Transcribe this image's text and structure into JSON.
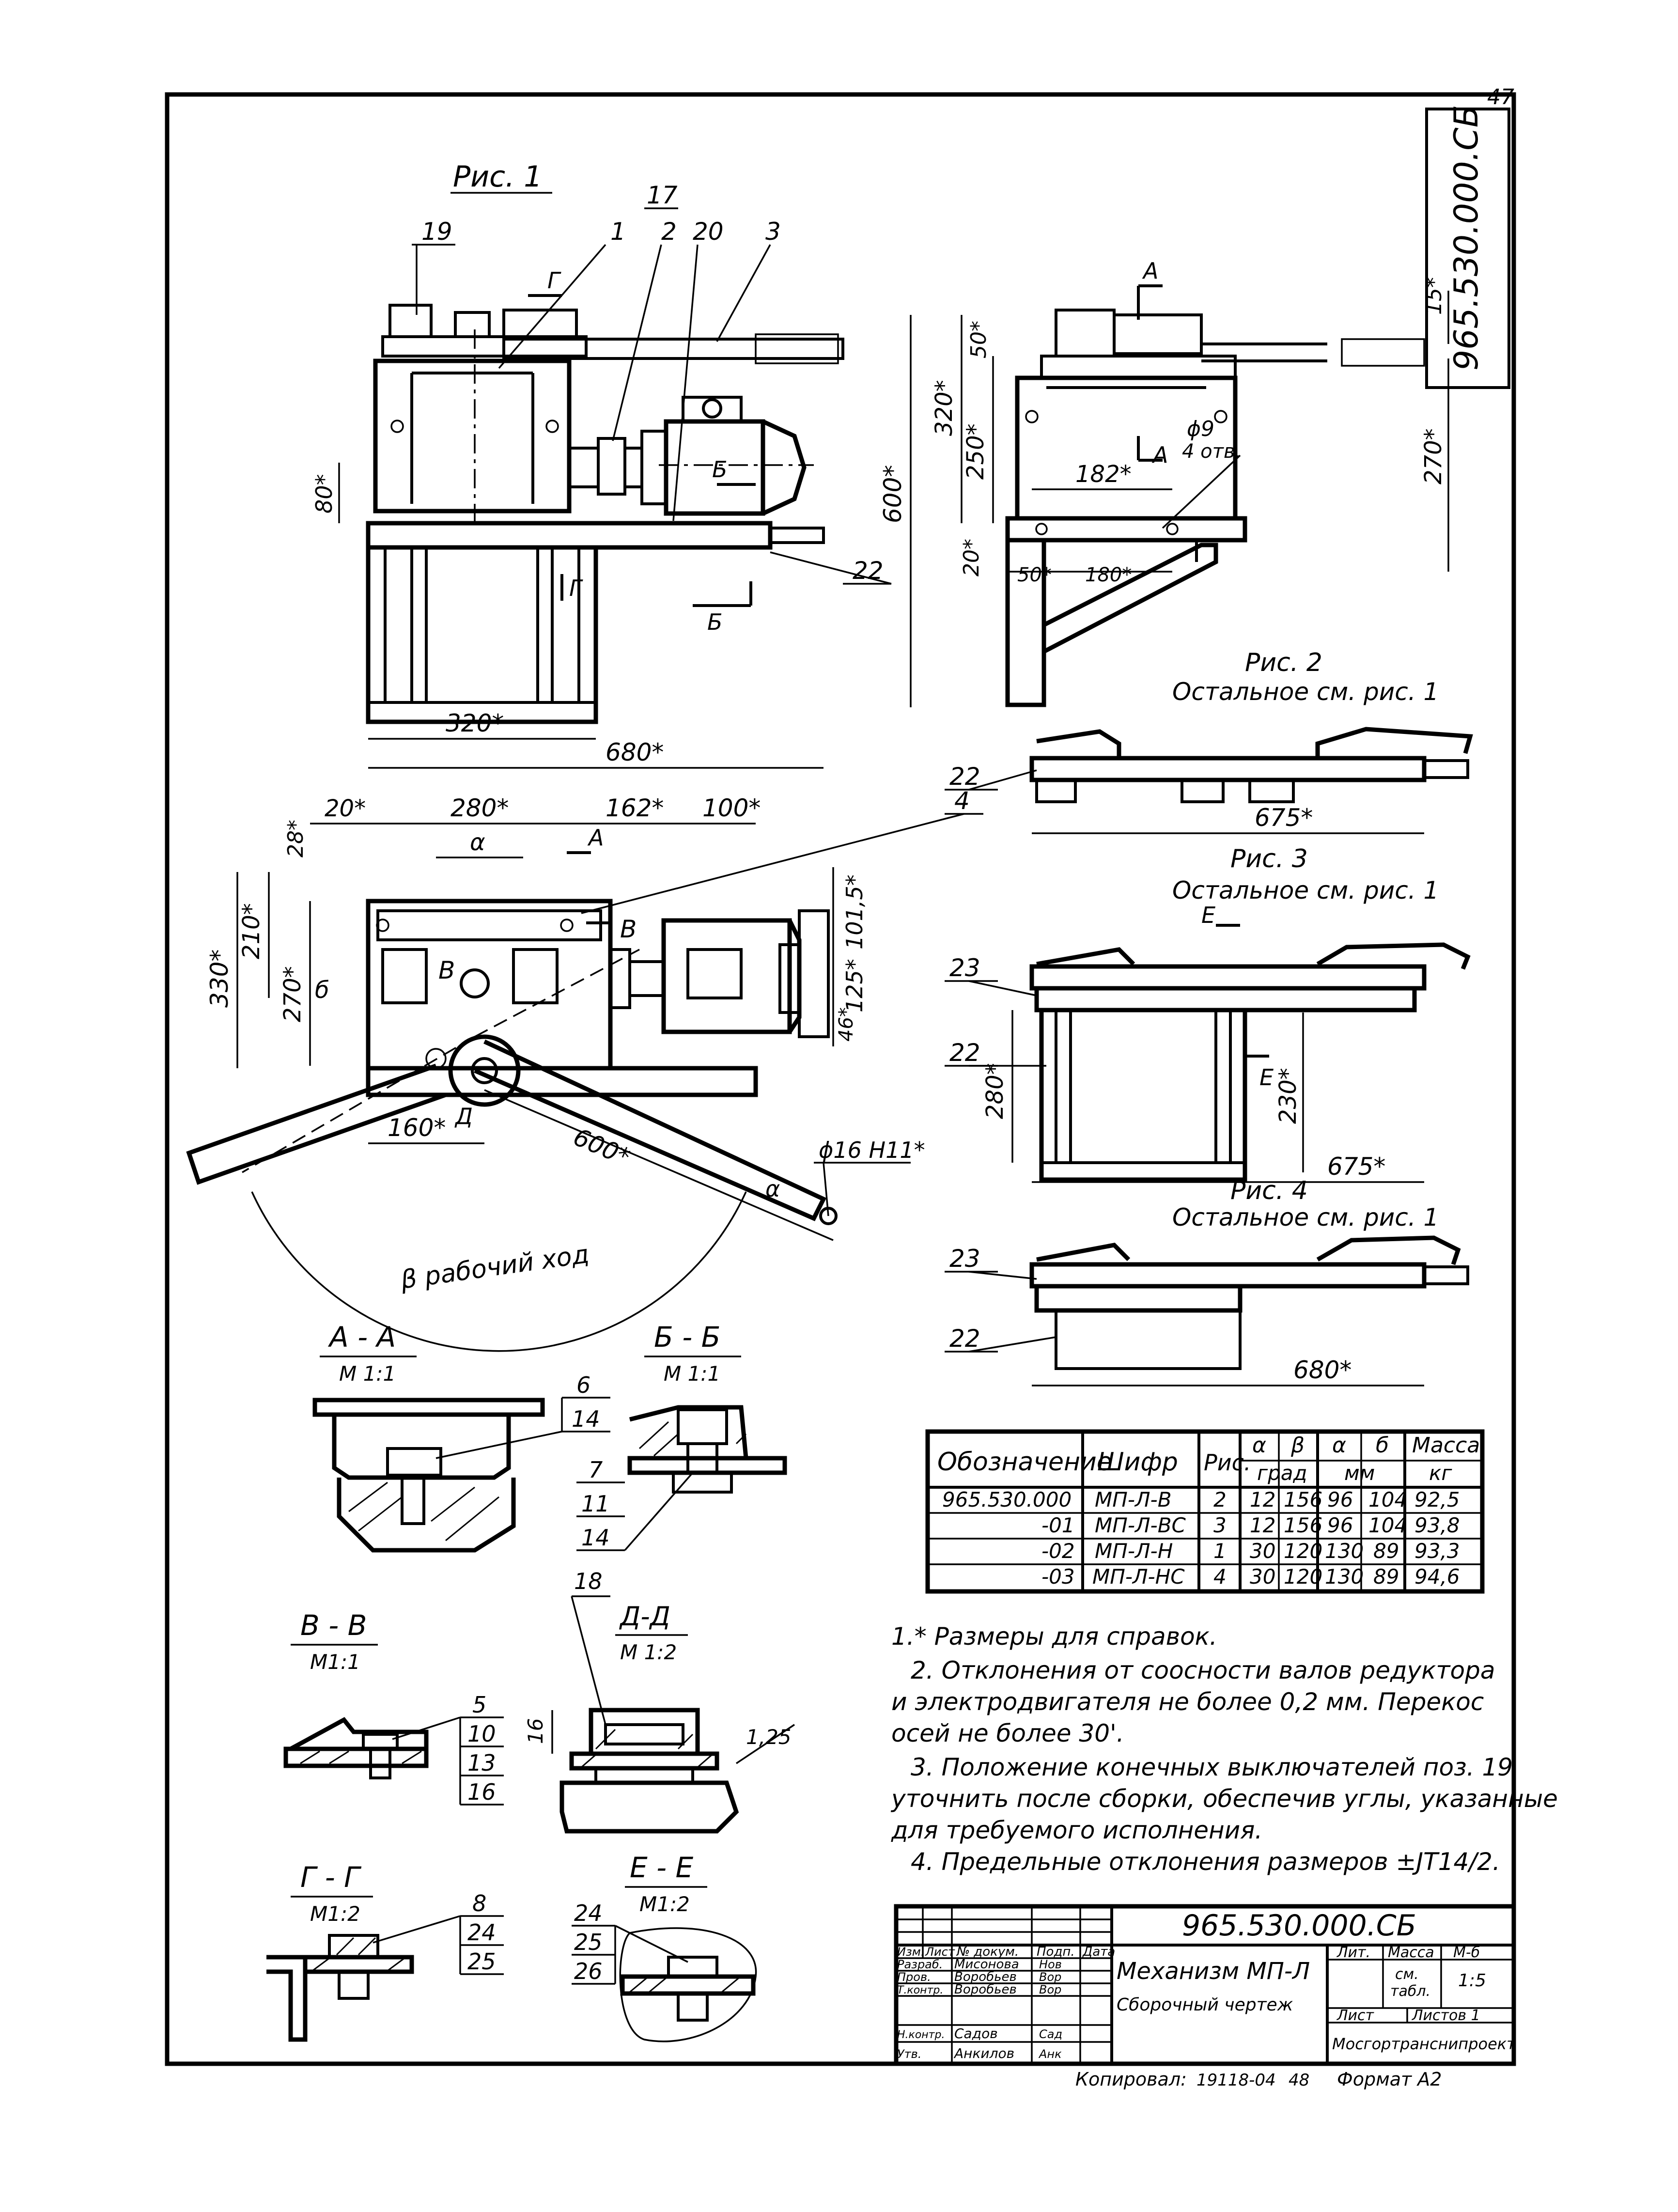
{
  "sheet_number": "47",
  "doc_code_vertical": "965.530.000.СБ",
  "figures": {
    "fig1": "Рис. 1",
    "fig2": "Рис. 2",
    "fig2_note": "Остальное см. рис. 1",
    "fig3": "Рис. 3",
    "fig3_note": "Остальное см. рис. 1",
    "fig4": "Рис. 4",
    "fig4_note": "Остальное см. рис. 1"
  },
  "labels": {
    "p19": "19",
    "p17": "17",
    "p1": "1",
    "p2": "2",
    "p20": "20",
    "p3": "3",
    "p22a": "22",
    "p22b": "22",
    "p22c": "22",
    "p22d": "22",
    "p4": "4",
    "p23a": "23",
    "p23b": "23",
    "g1": "Г",
    "g2": "Г",
    "b1": "Б",
    "b2": "Б",
    "a1": "А",
    "a2": "А",
    "a3": "А",
    "v1": "В",
    "v2": "В",
    "d1": "Д",
    "e1": "Е",
    "e2": "Е",
    "alpha1": "α",
    "alpha2": "α",
    "beta1": "β",
    "delta1": "б",
    "work_stroke": "β рабочий ход"
  },
  "dims": {
    "d80": "80*",
    "d320": "320*",
    "d680": "680*",
    "d600v": "600*",
    "d320v": "320*",
    "d250": "250*",
    "d50": "50*",
    "d15": "15*",
    "d270v": "270*",
    "d182": "182*",
    "d20v": "20*",
    "d50h": "50*",
    "d180": "180*",
    "hole": "ϕ9",
    "hole_count": "4 отв.",
    "d675a": "675*",
    "d675b": "675*",
    "d680b": "680*",
    "d20": "20*",
    "d280": "280*",
    "d162": "162*",
    "d100": "100*",
    "d28": "28*",
    "d210": "210*",
    "d270": "270*",
    "d330": "330*",
    "d101": "101,5*",
    "d125": "125*",
    "d46": "46*",
    "d160": "160*",
    "d600": "600*",
    "phi16": "ϕ16 H11*",
    "d280b": "280*",
    "d230": "230*",
    "d16": "16",
    "d125s": "1,25"
  },
  "sections": {
    "aa": "А - А",
    "aa_scale": "М 1:1",
    "bb": "Б - Б",
    "bb_scale": "М 1:1",
    "vv": "В - В",
    "vv_scale": "М1:1",
    "dd": "Д-Д",
    "dd_scale": "М 1:2",
    "gg": "Г - Г",
    "gg_scale": "М1:2",
    "ee": "Е - Е",
    "ee_scale": "М1:2"
  },
  "callouts": {
    "aa": [
      "6",
      "14"
    ],
    "bb": [
      "7",
      "11",
      "14"
    ],
    "dd": [
      "18"
    ],
    "vv": [
      "5",
      "10",
      "13",
      "16"
    ],
    "gg": [
      "8",
      "24",
      "25"
    ],
    "ee": [
      "24",
      "25",
      "26"
    ]
  },
  "table": {
    "headers": [
      "Обозначение",
      "Шифр",
      "Рис.",
      "α",
      "β",
      "α",
      "б",
      "Масса"
    ],
    "units": [
      "град",
      "мм",
      "кг"
    ],
    "rows": [
      [
        "965.530.000",
        "МП-Л-В",
        "2",
        "12",
        "156",
        "96",
        "104",
        "92,5"
      ],
      [
        "-01",
        "МП-Л-ВС",
        "3",
        "12",
        "156",
        "96",
        "104",
        "93,8"
      ],
      [
        "-02",
        "МП-Л-Н",
        "1",
        "30",
        "120",
        "130",
        "89",
        "93,3"
      ],
      [
        "-03",
        "МП-Л-НС",
        "4",
        "30",
        "120",
        "130",
        "89",
        "94,6"
      ]
    ]
  },
  "notes": [
    "1.* Размеры для справок.",
    "2. Отклонения от соосности валов редуктора",
    "и электродвигателя  не более 0,2 мм. Перекос",
    "осей не более 30'.",
    "3. Положение конечных выключателей поз. 19",
    "уточнить после сборки, обеспечив углы, указанные",
    "для требуемого  исполнения.",
    "4. Предельные  отклонения  размеров ±JT14/2."
  ],
  "title_block": {
    "code": "965.530.000.СБ",
    "name": "Механизм  МП-Л",
    "doc_type": "Сборочный чертеж",
    "col_lit": "Лит.",
    "col_mass": "Масса",
    "col_scale": "М-б",
    "mass_value_line1": "см.",
    "mass_value_line2": "табл.",
    "scale_value": "1:5",
    "sheet": "Лист",
    "sheets": "Листов 1",
    "org": "Мосгортранснипроект",
    "header_cols": [
      "Изм.",
      "Лист",
      "№ докум.",
      "Подп.",
      "Дата"
    ],
    "people": [
      {
        "role": "Разраб.",
        "name": "Мисонова",
        "sign": "Нов"
      },
      {
        "role": "Пров.",
        "name": "Воробьев",
        "sign": "Вор"
      },
      {
        "role": "Т.контр.",
        "name": "Воробьев",
        "sign": "Вор"
      },
      {
        "role": "Н.контр.",
        "name": "Садов",
        "sign": "Сад"
      },
      {
        "role": "Утв.",
        "name": "Анкилов",
        "sign": "Анк"
      }
    ]
  },
  "footer": {
    "copied": "Копировал:",
    "number": "19118-04",
    "page": "48",
    "format": "Формат А2"
  }
}
